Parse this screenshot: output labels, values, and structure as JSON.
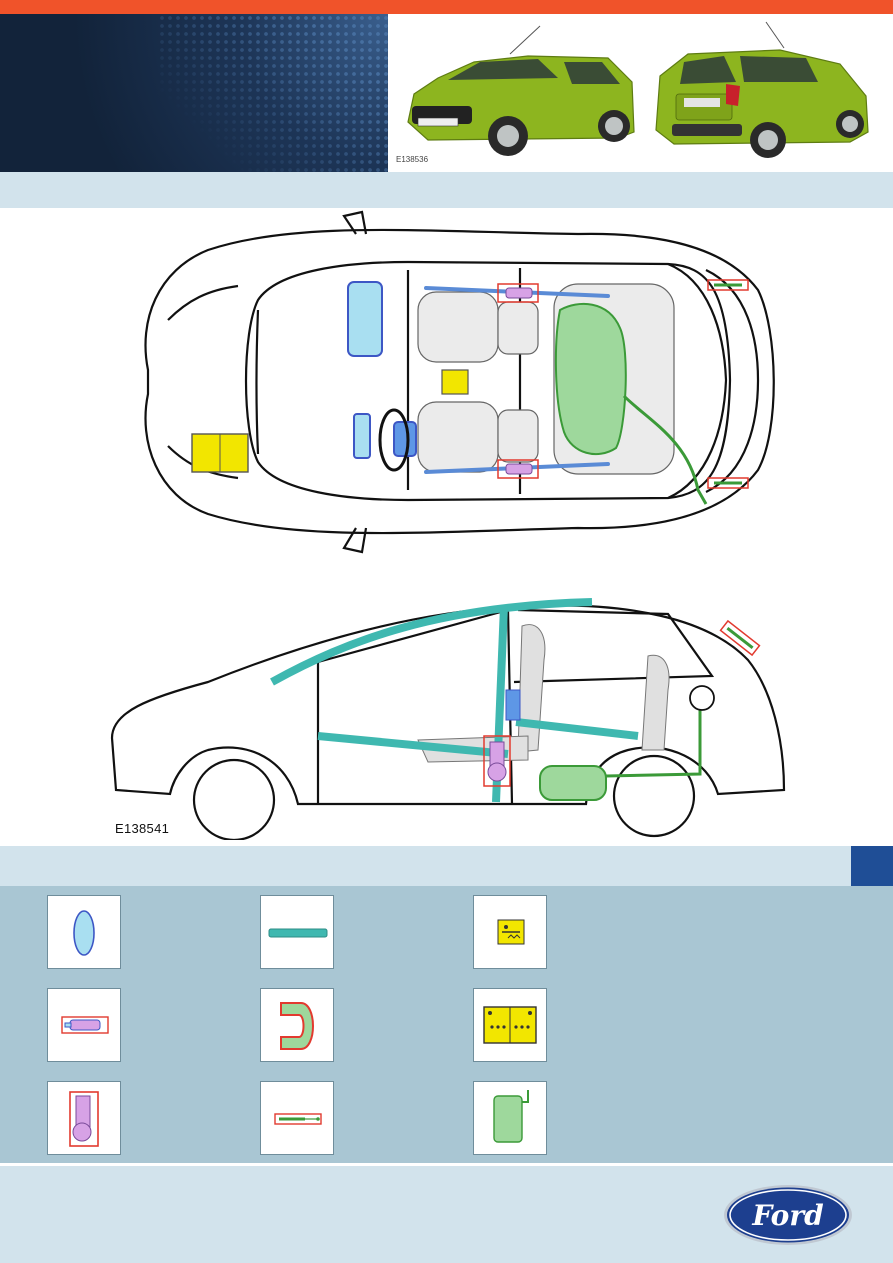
{
  "header": {
    "accent_color": "#f0532a",
    "dark_panel_color": "#16294a",
    "photo_id": "E138536",
    "photo_icons": [
      "car-front-photo",
      "car-rear-photo"
    ]
  },
  "diagram": {
    "figure_id": "E138541",
    "views": [
      "top-view",
      "side-view"
    ]
  },
  "legend": {
    "items": [
      {
        "icon": "airbag-oval-icon"
      },
      {
        "icon": "reinforcement-bar-icon"
      },
      {
        "icon": "control-module-icon"
      },
      {
        "icon": "inflator-cylinder-icon"
      },
      {
        "icon": "curtain-airbag-icon"
      },
      {
        "icon": "battery-icon"
      },
      {
        "icon": "seatbelt-pretensioner-icon"
      },
      {
        "icon": "gas-strut-icon"
      },
      {
        "icon": "fuel-tank-icon"
      }
    ],
    "colors": {
      "airbag": "#a9dff1",
      "reinforcement": "#3fb8b0",
      "module": "#f2e600",
      "curtain": "#9ed89c",
      "pretensioner": "#d7a2e6",
      "outline_red": "#e23a2f"
    }
  },
  "footer": {
    "logo_text": "Ford",
    "logo_color": "#1d3f8f"
  }
}
